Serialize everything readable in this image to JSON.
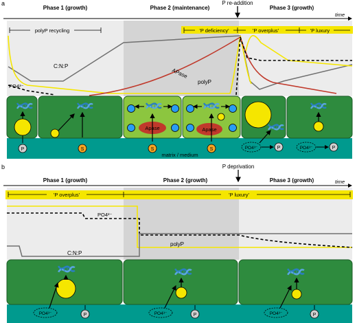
{
  "panel_a": {
    "letter": "a",
    "phases": [
      "Phase 1 (growth)",
      "Phase 2 (maintenance)",
      "Phase 3 (growth)"
    ],
    "event": "P re-addition",
    "time_label": "time",
    "ranges": [
      "polyP recycling",
      "'P deficiency'",
      "'P overplus'",
      "'P luxury"
    ],
    "curve_labels": {
      "cnp": "C:N:P",
      "po4": "PO4³⁻",
      "apase": "APase",
      "polyp": "polyP"
    },
    "cell_labels": {
      "apase": "Apase",
      "s": "S",
      "p": "P",
      "po4": "PO4³⁻"
    },
    "matrix_label": "matrix / medium"
  },
  "panel_b": {
    "letter": "b",
    "phases": [
      "Phase 1 (growth)",
      "Phase 2 (growth)",
      "Phase 3 (growth)"
    ],
    "event": "P deprivation",
    "time_label": "time",
    "ranges": [
      "'P overplus'",
      "'P luxury'"
    ],
    "curve_labels": {
      "po4": "PO4²⁻",
      "cnp": "C:N:P",
      "polyp": "polyP"
    },
    "cell_labels": {
      "p": "P",
      "po4": "PO4³⁻"
    }
  },
  "colors": {
    "cell_green": "#2e8b3e",
    "cell_light": "#8cc63f",
    "medium_teal": "#009a8e",
    "polyp_yellow": "#f5e600",
    "apase_red": "#c0392b",
    "cnp_gray": "#707070",
    "dna_blue": "#2a7fc0",
    "phase2_shade": "#d9d9d9"
  }
}
